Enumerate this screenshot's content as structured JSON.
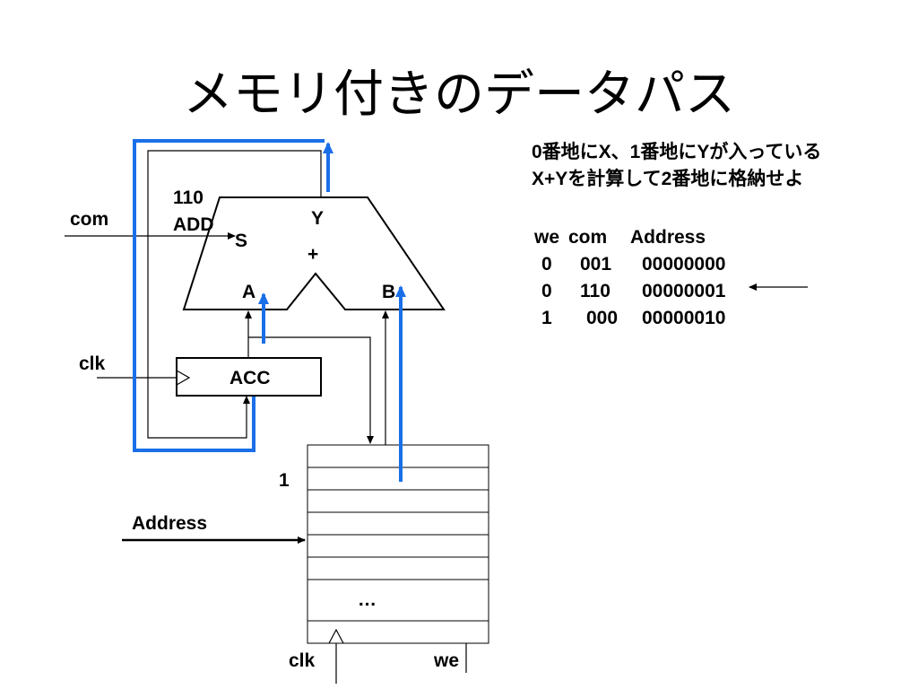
{
  "slide": {
    "title": "メモリ付きのデータパス"
  },
  "task": {
    "line1": "0番地にX、1番地にYが入っている",
    "line2": "X+Yを計算して2番地に格納せよ"
  },
  "table": {
    "headers": [
      "we",
      "com",
      "Address"
    ],
    "rows": [
      [
        "0",
        "001",
        "00000000"
      ],
      [
        "0",
        "110",
        "00000001"
      ],
      [
        "1",
        "000",
        "00000010"
      ]
    ]
  },
  "diagram": {
    "com_label": "com",
    "op_code": "110",
    "op_name": "ADD",
    "alu_s": "S",
    "alu_y": "Y",
    "alu_plus": "+",
    "alu_a": "A",
    "alu_b": "B",
    "acc_label": "ACC",
    "clk_label_acc": "clk",
    "mem_row_label": "1",
    "address_label": "Address",
    "ellipsis": "…",
    "clk_label_mem": "clk",
    "we_label": "we"
  },
  "colors": {
    "line": "#000000",
    "highlight": "#1a6fe8"
  }
}
